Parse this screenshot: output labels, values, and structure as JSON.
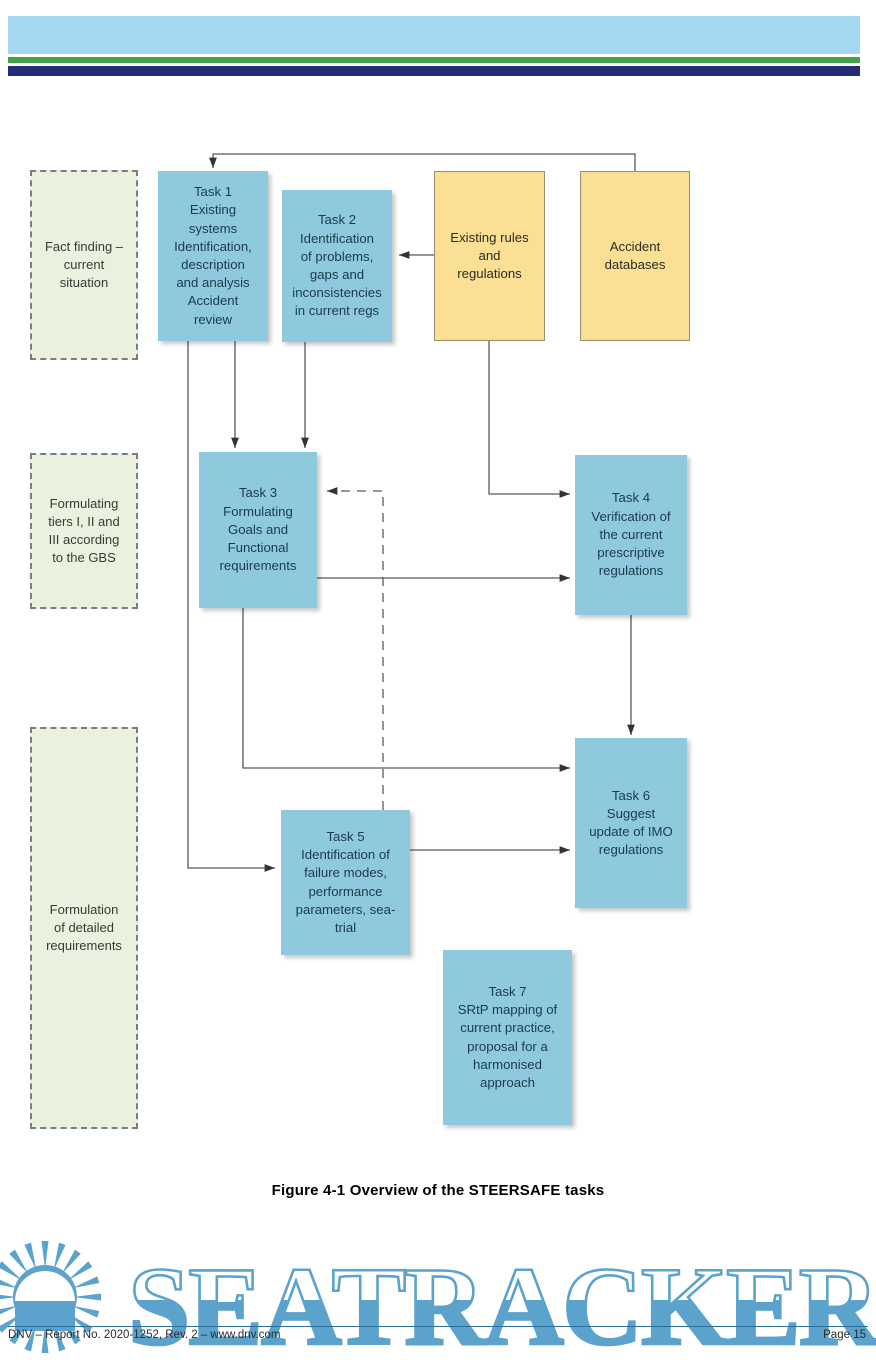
{
  "header": {
    "band_blue_color": "#a5d8f0",
    "band_green_color": "#46a04a",
    "band_navy_color": "#232c74"
  },
  "diagram": {
    "phases": [
      {
        "id": "phase-fact-finding",
        "label": "Fact finding –\ncurrent\nsituation"
      },
      {
        "id": "phase-tiers",
        "label": "Formulating\ntiers I, II and\nIII according\nto the GBS"
      },
      {
        "id": "phase-detailed",
        "label": "Formulation\nof detailed\nrequirements"
      }
    ],
    "tasks": [
      {
        "id": "task-1",
        "label": "Task 1\nExisting\nsystems\nIdentification,\ndescription\nand analysis\nAccident\nreview"
      },
      {
        "id": "task-2",
        "label": "Task 2\nIdentification\nof problems,\ngaps and\ninconsistencies\nin current regs"
      },
      {
        "id": "task-3",
        "label": "Task 3\nFormulating\nGoals and\nFunctional\nrequirements"
      },
      {
        "id": "task-4",
        "label": "Task 4\nVerification of\nthe current\nprescriptive\nregulations"
      },
      {
        "id": "task-5",
        "label": "Task 5\nIdentification of\nfailure modes,\nperformance\nparameters, sea-\ntrial"
      },
      {
        "id": "task-6",
        "label": "Task 6\nSuggest\nupdate of IMO\nregulations"
      },
      {
        "id": "task-7",
        "label": "Task 7\nSRtP mapping of\ncurrent practice,\nproposal for  a\nharmonised\napproach"
      }
    ],
    "inputs": [
      {
        "id": "existing-rules",
        "label": "Existing rules\nand\nregulations"
      },
      {
        "id": "accident-databases",
        "label": "Accident\ndatabases"
      }
    ],
    "colors": {
      "task_fill": "#8fc9dd",
      "input_fill": "#fbdf95",
      "phase_fill": "#eaf1de",
      "connector": "#595959"
    }
  },
  "caption": "Figure 4-1 Overview of the STEERSAFE tasks",
  "watermark": {
    "text": "SEATRACKER.RU",
    "color": "#5ba3cc",
    "logo": "sun-icon"
  },
  "footer": {
    "left": "DNV  –  Report No. 2020-1252, Rev. 2  –  www.dnv.com",
    "right": "Page 15"
  }
}
